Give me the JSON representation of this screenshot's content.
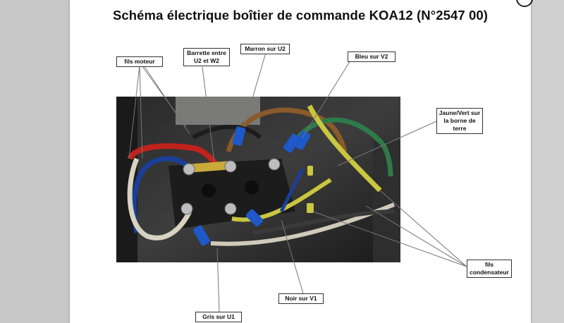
{
  "document": {
    "title": "Schéma électrique boîtier de commande KOA12 (N°2547 00)"
  },
  "labels": {
    "fils_moteur": "fils moteur",
    "barrette_line1": "Barrette entre",
    "barrette_line2": "U2 et W2",
    "marron": "Marron sur U2",
    "bleu": "Bleu sur V2",
    "jaune_line1": "Jaune/Vert sur",
    "jaune_line2": "la borne de",
    "jaune_line3": "terre",
    "fils_cond_line1": "fils",
    "fils_cond_line2": "condensateur",
    "noir": "Noir sur V1",
    "gris": "Gris sur U1"
  },
  "colors": {
    "wire_red": "#c0221c",
    "wire_blue": "#1a3f9a",
    "wire_brown": "#8a5a2a",
    "wire_yellow_green": "#c9c640",
    "wire_white": "#d8d2c0",
    "wire_black": "#1c1c1c",
    "terminal_blue": "#1e58c9",
    "bridge_brass": "#c9a93a"
  }
}
